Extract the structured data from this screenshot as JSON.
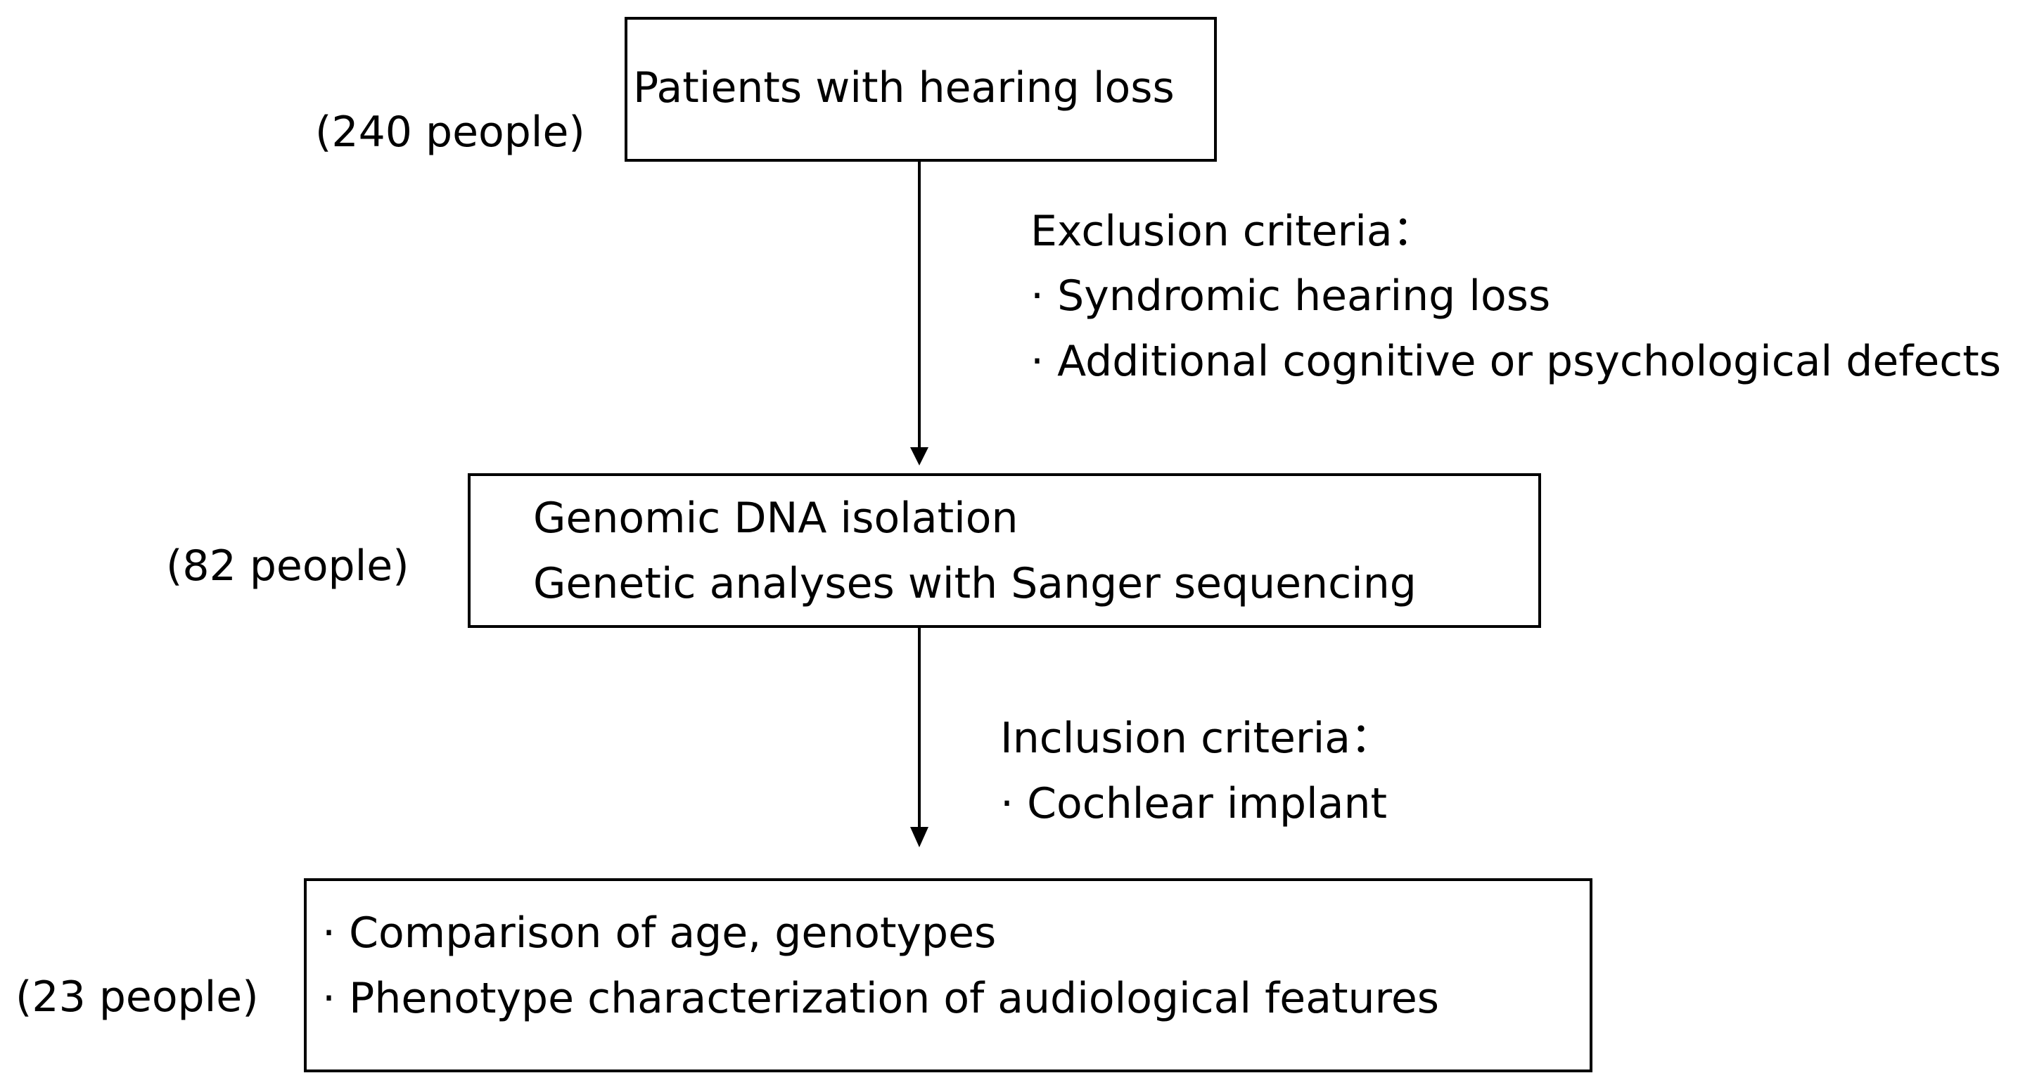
{
  "boxes": {
    "first": {
      "lines": [
        "Patients with hearing loss"
      ],
      "count": "(240 people)"
    },
    "second": {
      "lines": [
        "Genomic DNA isolation",
        "Genetic analyses with Sanger sequencing"
      ],
      "count": "(82 people)"
    },
    "third": {
      "lines": [
        "· Comparison of age, genotypes",
        "· Phenotype characterization of audiological features"
      ],
      "count": "(23 people)"
    }
  },
  "criteria": {
    "exclusion": {
      "heading": "Exclusion criteria：",
      "items": [
        "· Syndromic hearing loss",
        "· Additional cognitive or psychological defects"
      ]
    },
    "inclusion": {
      "heading": "Inclusion criteria：",
      "items": [
        "· Cochlear implant"
      ]
    }
  }
}
